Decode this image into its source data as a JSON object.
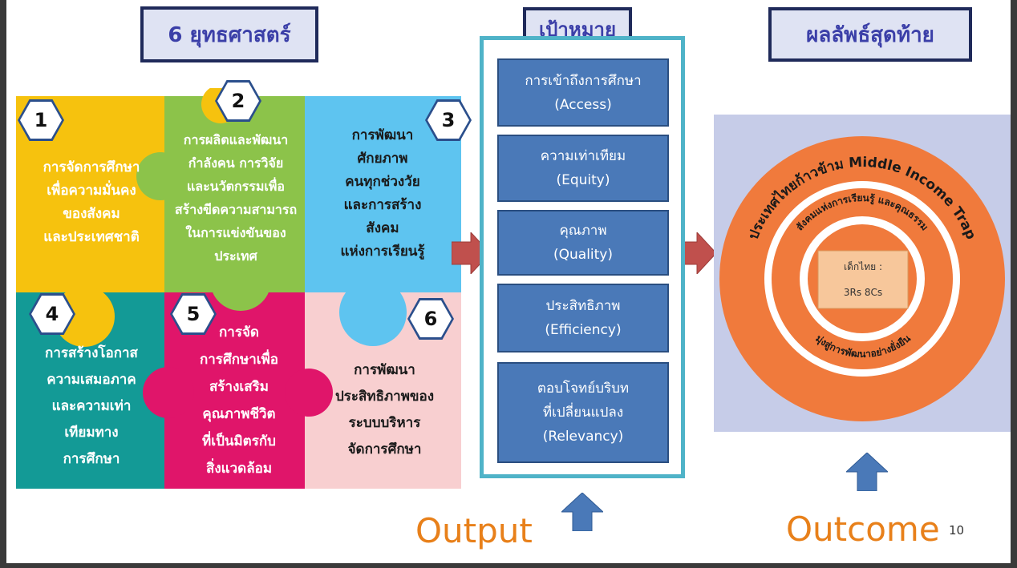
{
  "headers": {
    "strategies": "6 ยุทธศาสตร์",
    "goals": "เป้าหมาย",
    "results": "ผลลัพธ์สุดท้าย"
  },
  "strategies": [
    {
      "number": "1",
      "lines": [
        "การจัดการศึกษา",
        "เพื่อความมั่นคง",
        "ของสังคม",
        "และประเทศชาติ"
      ],
      "color": "#f6c20e"
    },
    {
      "number": "2",
      "lines": [
        "การผลิตและพัฒนา",
        "กำลังคน การวิจัย",
        "และนวัตกรรมเพื่อ",
        "สร้างขีดความสามารถ",
        "ในการแข่งขันของ",
        "ประเทศ"
      ],
      "color": "#8cc34a"
    },
    {
      "number": "3",
      "lines": [
        "การพัฒนา",
        "ศักยภาพ",
        "คนทุกช่วงวัย",
        "และการสร้าง",
        "สังคม",
        "แห่งการเรียนรู้"
      ],
      "color": "#5ec4f0"
    },
    {
      "number": "4",
      "lines": [
        "การสร้างโอกาส",
        "ความเสมอภาค",
        "และความเท่า",
        "เทียมทาง",
        "การศึกษา"
      ],
      "color": "#139a96"
    },
    {
      "number": "5",
      "lines": [
        "การจัด",
        "การศึกษาเพื่อ",
        "สร้างเสริม",
        "คุณภาพชีวิต",
        "ที่เป็นมิตรกับ",
        "สิ่งแวดล้อม"
      ],
      "color": "#e0156a"
    },
    {
      "number": "6",
      "lines": [
        "การพัฒนา",
        "ประสิทธิภาพของ",
        "ระบบบริหาร",
        "จัดการศึกษา"
      ],
      "color": "#f8cfd0"
    }
  ],
  "goals": [
    {
      "thai": "การเข้าถึงการศึกษา",
      "eng": "(Access)"
    },
    {
      "thai": "ความเท่าเทียม",
      "eng": "(Equity)"
    },
    {
      "thai": "คุณภาพ",
      "eng": "(Quality)"
    },
    {
      "thai": "ประสิทธิภาพ",
      "eng": "(Efficiency)"
    },
    {
      "thai": "ตอบโจทย์บริบท",
      "thai2": "ที่เปลี่ยนแปลง",
      "eng": "(Relevancy)"
    }
  ],
  "outcome_circle": {
    "outer_text": "ประเทศไทยก้าวข้าม Middle Income Trap",
    "middle_text": "สังคมแห่งการเรียนรู้ และคุณธรรม",
    "lower_text": "มุ่งสู่การพัฒนาอย่างยั่งยืน",
    "center_line1": "เด็กไทย :",
    "center_line2": "3Rs 8Cs"
  },
  "captions": {
    "output": "Output",
    "outcome": "Outcome"
  },
  "page_number": "10",
  "colors": {
    "header_bg": "#dfe3f3",
    "header_text": "#3b3fa8",
    "goal_box": "#4a79b8",
    "panel_border": "#4fb3c8",
    "arrow_red": "#c0504d",
    "arrow_blue": "#4a79b8",
    "ring_orange": "#f07a3c",
    "caption": "#e8801a"
  }
}
